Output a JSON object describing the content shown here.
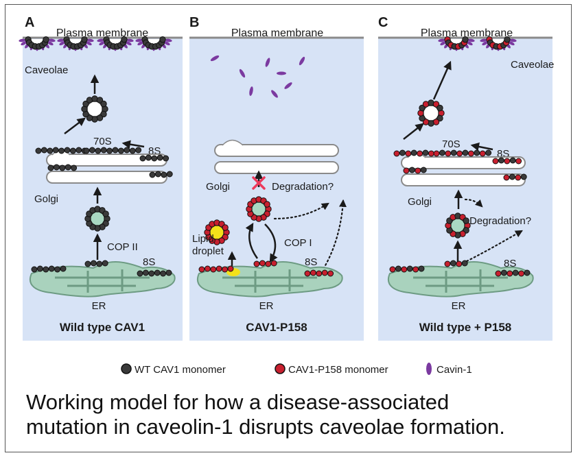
{
  "panels": {
    "a": {
      "letter": "A",
      "membrane": "Plasma membrane",
      "caveolae": "Caveolae",
      "s70": "70S",
      "s8_top": "8S",
      "golgi": "Golgi",
      "cop": "COP II",
      "s8_er": "8S",
      "er": "ER",
      "title": "Wild type CAV1"
    },
    "b": {
      "letter": "B",
      "membrane": "Plasma membrane",
      "golgi": "Golgi",
      "degradation": "Degradation?",
      "lipid_line1": "Lipid",
      "lipid_line2": "droplet",
      "cop": "COP I",
      "s8": "8S",
      "er": "ER",
      "title": "CAV1-P158"
    },
    "c": {
      "letter": "C",
      "membrane": "Plasma membrane",
      "caveolae": "Caveolae",
      "s70": "70S",
      "s8_top": "8S",
      "golgi": "Golgi",
      "degradation": "Degradation?",
      "s8_er": "8S",
      "er": "ER",
      "title": "Wild type + P158"
    }
  },
  "legend": {
    "wt": "WT CAV1 monomer",
    "p158": "CAV1-P158 monomer",
    "cavin": "Cavin-1"
  },
  "caption": {
    "line1": "Working model for how a disease-associated",
    "line2": "mutation in caveolin-1 disrupts caveolae formation."
  },
  "colors": {
    "panel_bg": "#d7e3f6",
    "wt_monomer": "#3a3a3a",
    "p158_monomer": "#c8202f",
    "cavin": "#7b3aa0",
    "er": "#a9d2bd",
    "vesicle_core": "#a9d8c2",
    "lipid": "#f3e21a",
    "block_x": "#ec3a5c"
  }
}
